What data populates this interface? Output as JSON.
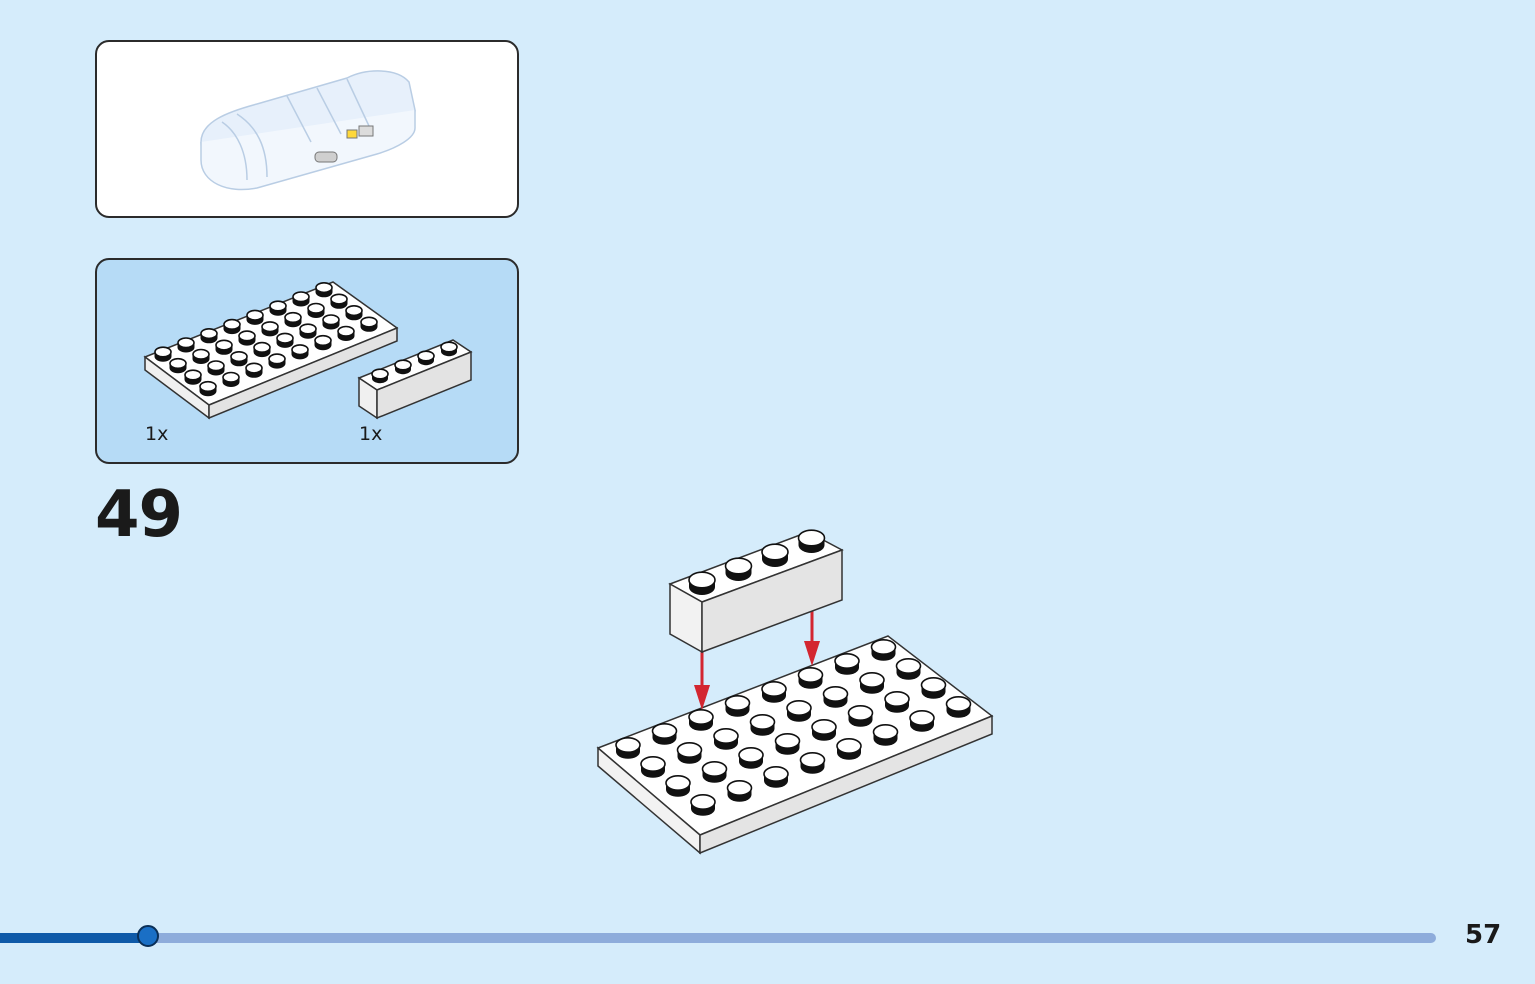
{
  "step": {
    "number": "49"
  },
  "parts": [
    {
      "quantity": "1x",
      "name": "plate-4x8"
    },
    {
      "quantity": "1x",
      "name": "brick-1x4"
    }
  ],
  "progress": {
    "fraction": 0.1
  },
  "page": {
    "number": "57"
  },
  "colors": {
    "background": "#d5ecfb",
    "parts_panel": "#b6dbf6",
    "progress_fill": "#0f5aa8",
    "progress_track": "#8eacdb",
    "arrow": "#d32630"
  },
  "icons": [
    "preview-model-icon",
    "plate-4x8-icon",
    "brick-1x4-icon",
    "down-arrow-icon"
  ]
}
